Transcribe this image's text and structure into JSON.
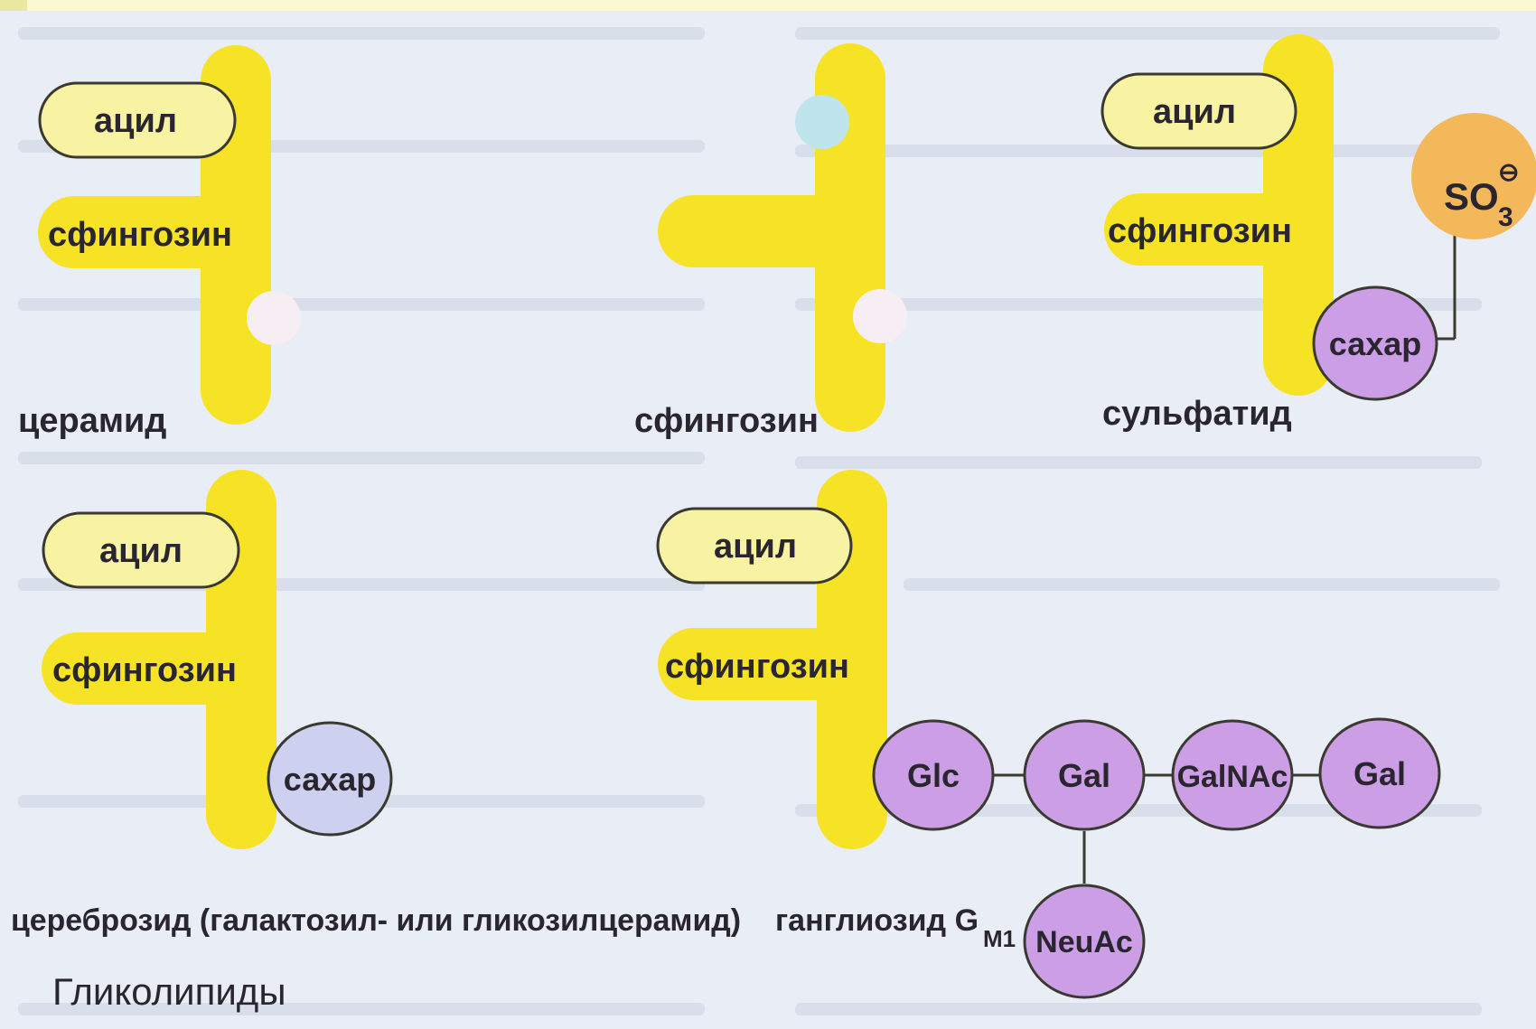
{
  "colors": {
    "backbone": "#f7e326",
    "acyl": "#f8f3a2",
    "sugar": "#cc9ee6",
    "sulfate": "#f3b85a",
    "background": "#e9edf5",
    "top_band": "#fbf9d3"
  },
  "caption": "Гликолипиды",
  "panels": {
    "ceramide": {
      "name": "церамид",
      "acyl": "ацил",
      "sphingosine": "сфингозин"
    },
    "sphingosine": {
      "name": "сфингозин"
    },
    "sulfatide": {
      "name": "сульфатид",
      "acyl": "ацил",
      "sphingosine": "сфингозин",
      "sugar": "сахар",
      "sulfate_base": "SO",
      "sulfate_sub": "3",
      "sulfate_charge": "⊖"
    },
    "cerebroside": {
      "name": "цереброзид (галактозил- или гликозилцерамид)",
      "acyl": "ацил",
      "sphingosine": "сфингозин",
      "sugar": "сахар"
    },
    "ganglioside": {
      "name": "ганглиозид G",
      "name_sub": "M1",
      "acyl": "ацил",
      "sphingosine": "сфингозин",
      "chain": [
        "Glc",
        "Gal",
        "GalNAc",
        "Gal"
      ],
      "branch": "NeuAc"
    }
  }
}
